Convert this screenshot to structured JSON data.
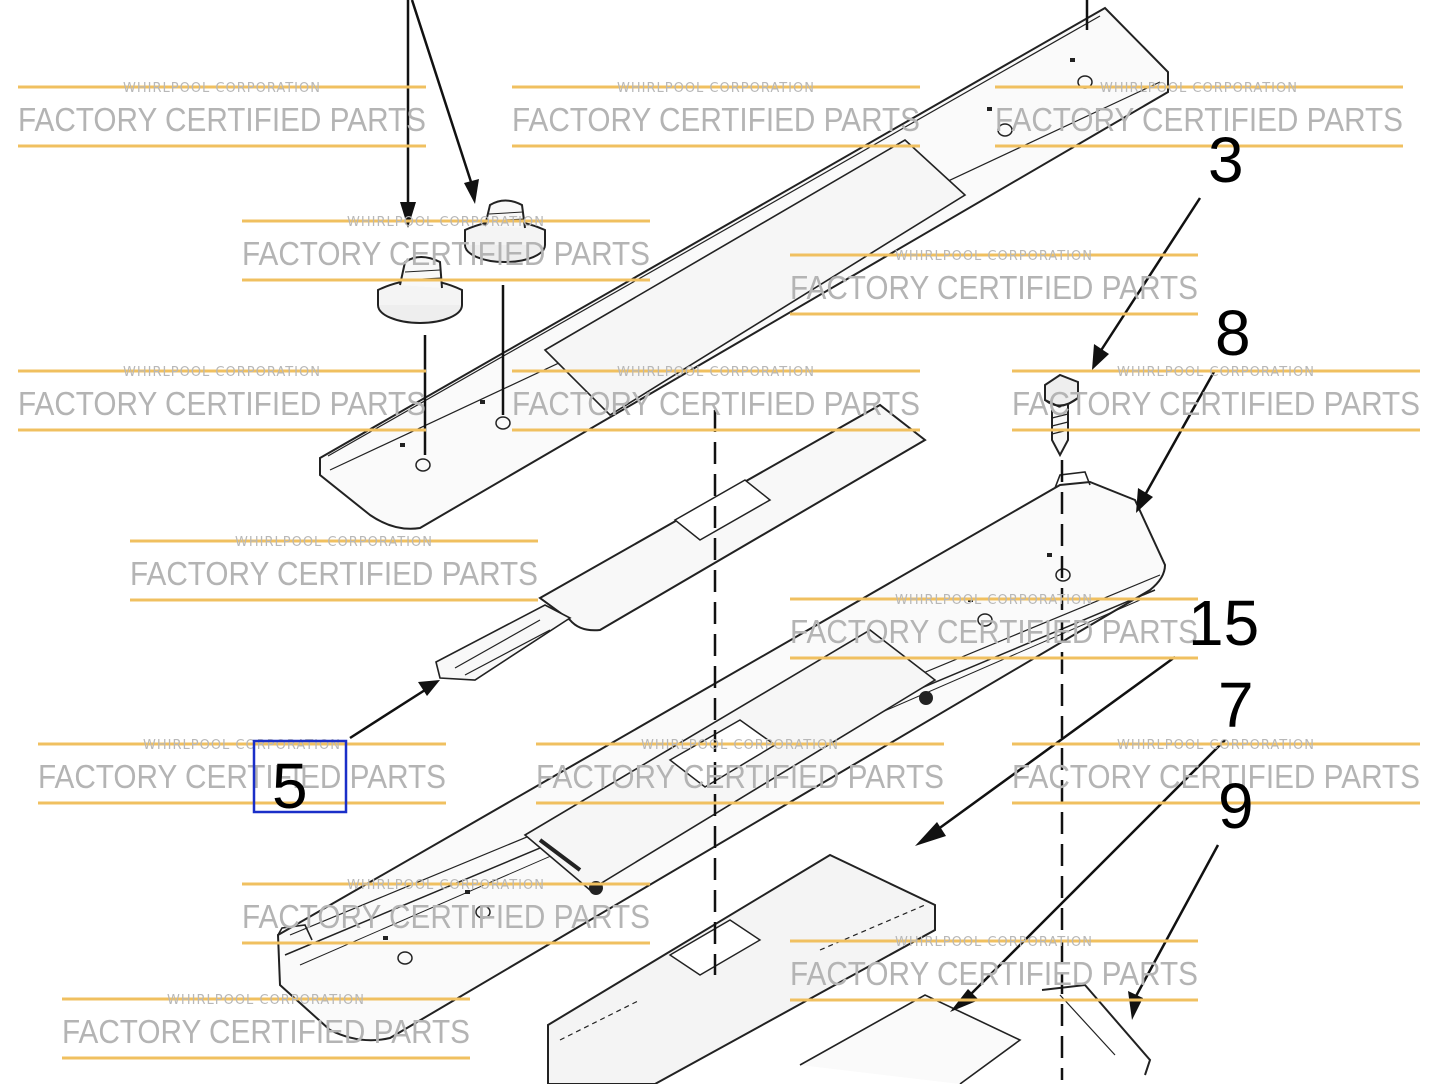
{
  "watermark": {
    "company": "WHIRLPOOL CORPORATION",
    "tagline": "FACTORY CERTIFIED PARTS",
    "rule_color": "#f0c060"
  },
  "callouts": {
    "c3": "3",
    "c8": "8",
    "c15": "15",
    "c7": "7",
    "c9": "9",
    "c5": "5"
  },
  "highlight_color": "#1a2fc8"
}
